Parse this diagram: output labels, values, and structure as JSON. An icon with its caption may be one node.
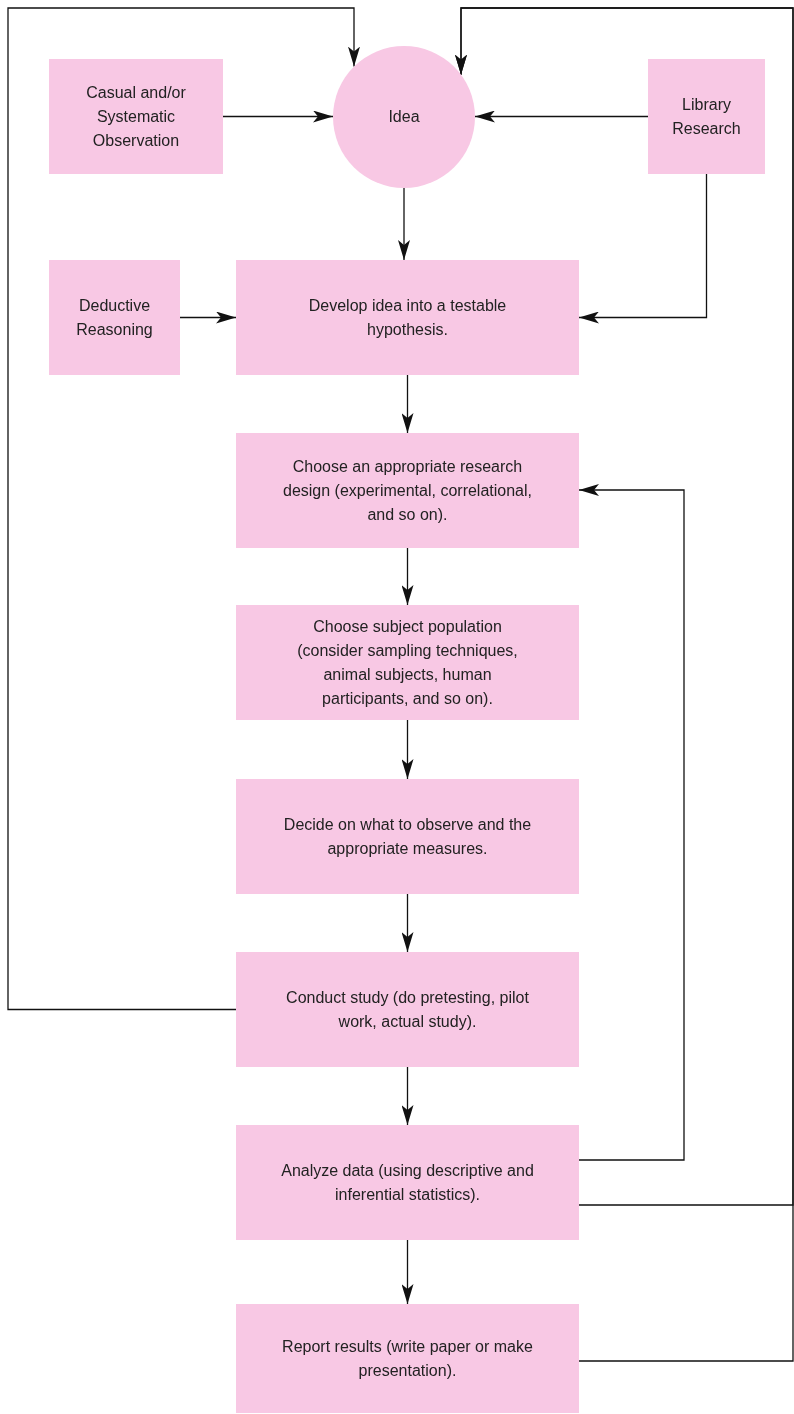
{
  "diagram": {
    "nodes": [
      {
        "text": [
          "Casual and/or Systematic Observation"
        ]
      },
      {
        "text": [
          "Idea"
        ]
      },
      {
        "text": [
          "Library Research"
        ]
      },
      {
        "text": [
          "Deductive Reasoning"
        ]
      },
      {
        "text": [
          "Develop idea into a testable hypothesis."
        ]
      },
      {
        "text": [
          "Choose an appropriate research design (experimental, correlational, and so on)."
        ]
      },
      {
        "text": [
          "Choose subject population (consider sampling techniques, animal subjects, human participants, and so on)."
        ]
      },
      {
        "text": [
          "Decide on what to observe and the appropriate measures."
        ]
      },
      {
        "text": [
          "Conduct study (do pretesting, pilot work, actual study)."
        ]
      },
      {
        "text": [
          "Analyze data (using descriptive and inferential statistics)."
        ]
      },
      {
        "text": [
          "Report results (write paper or make presentation)."
        ]
      }
    ],
    "edges": [
      {
        "from": 0,
        "to": 1,
        "arrow": "to"
      },
      {
        "from": 2,
        "to": 1,
        "arrow": "to"
      },
      {
        "from": 1,
        "to": 4,
        "arrow": "to"
      },
      {
        "from": 3,
        "to": 4,
        "arrow": "to"
      },
      {
        "from": 2,
        "to": 4,
        "arrow": "to"
      },
      {
        "from": 4,
        "to": 5,
        "arrow": "to"
      },
      {
        "from": 5,
        "to": 6,
        "arrow": "to"
      },
      {
        "from": 6,
        "to": 7,
        "arrow": "to"
      },
      {
        "from": 7,
        "to": 8,
        "arrow": "to"
      },
      {
        "from": 8,
        "to": 9,
        "arrow": "to"
      },
      {
        "from": 9,
        "to": 10,
        "arrow": "to"
      },
      {
        "from": 8,
        "to": 1,
        "arrow": "to"
      },
      {
        "from": 9,
        "to": 5,
        "arrow": "to"
      },
      {
        "from": 9,
        "to": 1,
        "arrow": "to"
      },
      {
        "from": 10,
        "to": 1,
        "arrow": "to"
      }
    ]
  }
}
